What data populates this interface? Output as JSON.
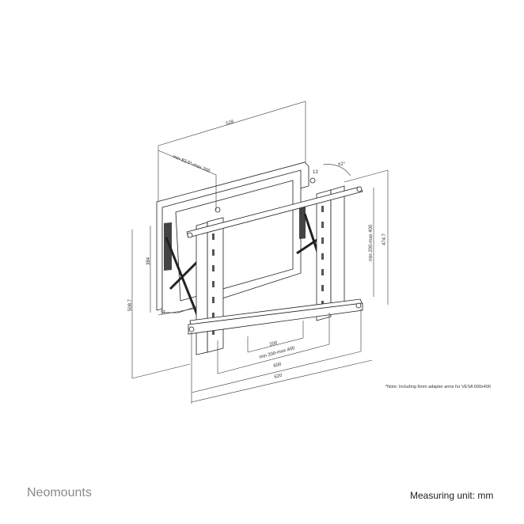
{
  "brand": "Neomounts",
  "measuring_unit": "Measuring unit: mm",
  "note": "*Note: Including 6mm adapter arms for VESA 600x400",
  "dimensions": {
    "width_top": "528",
    "depth": "min 83.5*-max 266",
    "tilt": "±2°",
    "offset_small": "13",
    "height_inner": "384",
    "height_total": "508.7",
    "bottom_offset": "37",
    "hole_spacing": "200",
    "vesa_h": "min 200-max 400",
    "vesa_600": "600",
    "width_total": "620",
    "vesa_v": "min 200-max 400",
    "height_right": "474.7"
  }
}
